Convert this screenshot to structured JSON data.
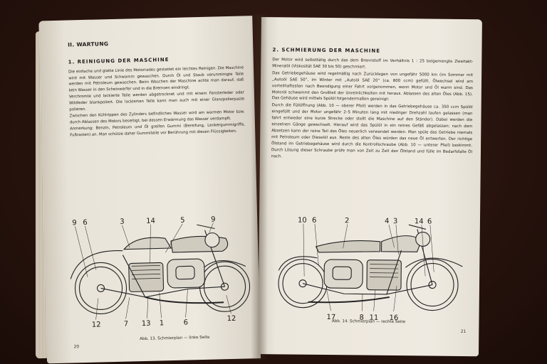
{
  "left_page": {
    "header": "II. WARTUNG",
    "section_title": "1. REINIGUNG DER MASCHINE",
    "paragraphs": [
      "Die einfache und glatte Linie des Motorrades gestattet ein leichtes Reinigen. Die Maschine wird mit Wasser und Schwamm gewaschen. Durch Öl und Staub verunreinigte Teile werden mit Petroleum gewaschen. Beim Waschen der Maschine achte man darauf, daß kein Wasser in den Scheinwerfer und in die Bremsen eindringt.",
      "Verchromte und lackierte Teile werden abgetrocknet und mit einem Fensterleder oder Wildleder blankpoliert. Die lackierten Teile kann man auch mit einer Glanzpolierpaste polieren.",
      "Zwischen den Kühlrippen des Zylinders befindliches Wasser wird am warmen Motor bzw. durch Ablassen des Motors beseitigt, bei dessen Erwärmung das Wasser verdampft.",
      "Anmerkung: Benzin, Petroleum und Öl greifen Gummi (Bereifung, Lenkergummigriffe, Fußrasten) an. Man schütze daher Gummiteile vor Berührung mit diesen Flüssigkeiten."
    ],
    "callouts_top": [
      "9",
      "6",
      "3",
      "14",
      "5",
      "9"
    ],
    "callouts_bottom": [
      "12",
      "7",
      "13",
      "1",
      "6",
      "12"
    ],
    "caption": "Abb. 13. Schmierplan — linke Seite",
    "page_number": "20"
  },
  "right_page": {
    "section_title": "2. SCHMIERUNG DER MASCHINE",
    "paragraphs": [
      "Der Motor wird selbsttätig durch das dem Brennstoff im Verhältnis 1 : 25 beigemengte Zweitakt-Mineralöl (Viskosität SAE 30 bis 50) geschmiert.",
      "Das Getriebegehäuse wird regelmäßig nach Zurücklegen von ungefähr 5000 km (im Sommer mit „Autoöl SAE 50“, im Winter mit „Autoöl SAE 20“ (ca. 800 ccm) gefüllt. Ölwechsel wird am vorteilhaftesten nach Beendigung einer Fahrt vorgenommen, wenn Motor und Öl warm sind. Das Motoröl schwemmt den Großteil der Unreinlichkeiten mit heraus. Ablassen des alten Öles (Abb. 15). Das Gehäuse wird mittels Spülöl folgendermaßen gereinigt:",
      "Durch die Füllöffnung (Abb. 10 — oberer Pfeil) werden in das Getriebegehäuse ca. 350 ccm Spülöl eingefüllt und der Motor ungefähr 2–5 Minuten lang mit niedriger Drehzahl laufen gelassen (man fahrt entweder eine kurze Strecke oder stellt die Maschine auf den Ständer). Dabei werden die einzelnen Gänge gewechselt. Hierauf wird das Spülöl in ein reines Gefäß abgelassen; nach dem Absetzen kann der reine Teil des Öles neuerlich verwendet werden. Man spüle das Getriebe niemals mit Petroleum oder Dieselöl aus. Reste des alten Öles würden das neue Öl entwerten. Der richtige Ölstand im Getriebegehäuse wird durch die Kontrollschraube (Abb. 10 — unterer Pfeil) bestimmt. Durch Lösung dieser Schraube prüfe man von Zeit zu Zeit den Ölstand und fülle im Bedarfsfalle Öl nach."
    ],
    "callouts_top": [
      "10",
      "6",
      "2",
      "4",
      "3",
      "14",
      "6"
    ],
    "callouts_bottom": [
      "17",
      "8",
      "11",
      "16"
    ],
    "caption": "Abb. 14. Schmierplan — rechte Seite",
    "page_number": "21"
  },
  "colors": {
    "background": "#2a1510",
    "paper": "#eee9df",
    "ink": "#1d1b18"
  }
}
